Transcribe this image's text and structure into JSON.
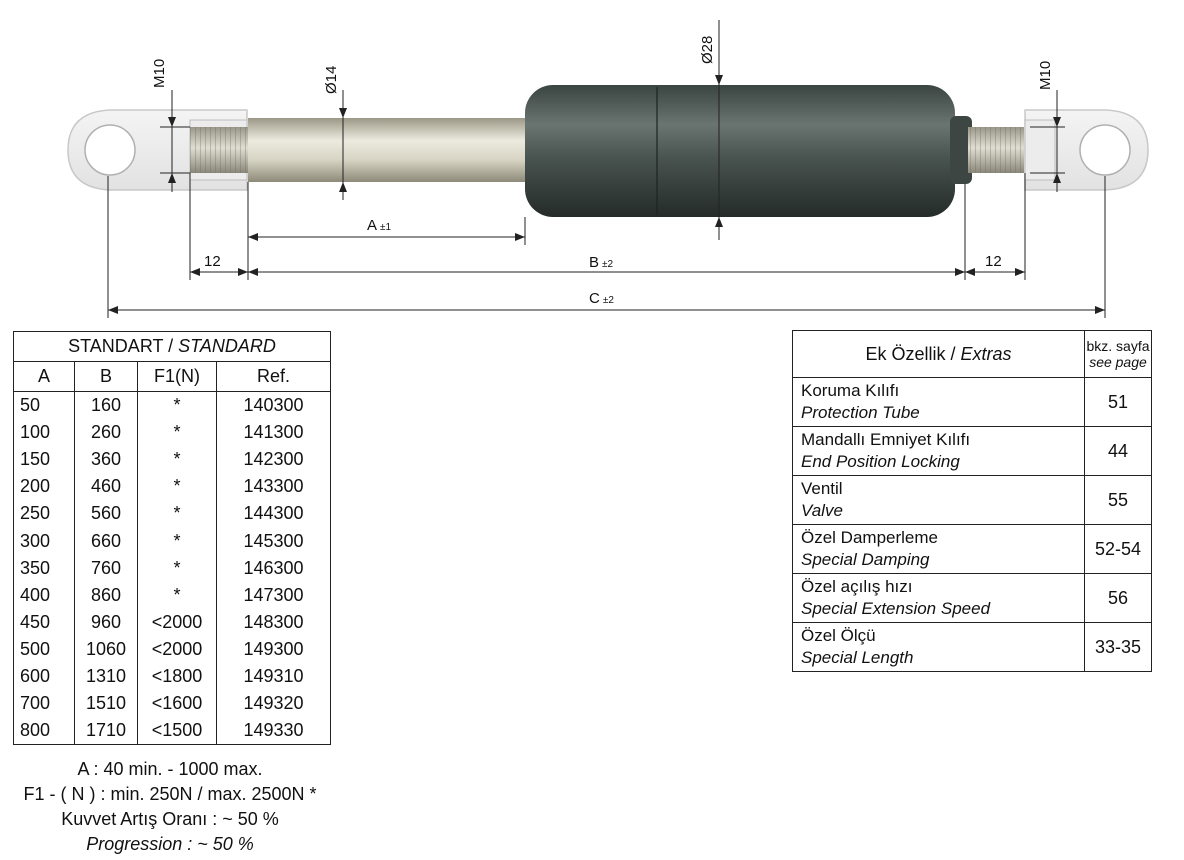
{
  "diagram": {
    "dims": {
      "m10_left": "M10",
      "d14": "Ø14",
      "d28": "Ø28",
      "m10_right": "M10",
      "a": "A",
      "a_tol": "±1",
      "b": "B",
      "b_tol": "±2",
      "c": "C",
      "c_tol": "±2",
      "twelve_left": "12",
      "twelve_right": "12"
    }
  },
  "standard_table": {
    "title_regular": "STANDART / ",
    "title_italic": "STANDARD",
    "columns": [
      "A",
      "B",
      "F1(N)",
      "Ref."
    ],
    "rows": [
      [
        "50",
        "160",
        "*",
        "140300"
      ],
      [
        "100",
        "260",
        "*",
        "141300"
      ],
      [
        "150",
        "360",
        "*",
        "142300"
      ],
      [
        "200",
        "460",
        "*",
        "143300"
      ],
      [
        "250",
        "560",
        "*",
        "144300"
      ],
      [
        "300",
        "660",
        "*",
        "145300"
      ],
      [
        "350",
        "760",
        "*",
        "146300"
      ],
      [
        "400",
        "860",
        "*",
        "147300"
      ],
      [
        "450",
        "960",
        "<2000",
        "148300"
      ],
      [
        "500",
        "1060",
        "<2000",
        "149300"
      ],
      [
        "600",
        "1310",
        "<1800",
        "149310"
      ],
      [
        "700",
        "1510",
        "<1600",
        "149320"
      ],
      [
        "800",
        "1710",
        "<1500",
        "149330"
      ]
    ]
  },
  "notes": {
    "line1": "A : 40 min. - 1000 max.",
    "line2": "F1 - ( N ) : min. 250N / max. 2500N *",
    "line3": "Kuvvet Artış Oranı : ~ 50 %",
    "line4": "Progression : ~ 50 %"
  },
  "extras_table": {
    "title_regular": "Ek Özellik / ",
    "title_italic": "Extras",
    "see_line1": "bkz. sayfa",
    "see_line2": "see page",
    "items": [
      {
        "tr": "Koruma Kılıfı",
        "en": "Protection Tube",
        "page": "51"
      },
      {
        "tr": "Mandallı Emniyet Kılıfı",
        "en": "End Position Locking",
        "page": "44"
      },
      {
        "tr": "Ventil",
        "en": "Valve",
        "page": "55"
      },
      {
        "tr": "Özel Damperleme",
        "en": "Special Damping",
        "page": "52-54"
      },
      {
        "tr": "Özel açılış hızı",
        "en": "Special Extension Speed",
        "page": "56"
      },
      {
        "tr": "Özel Ölçü",
        "en": "Special Length",
        "page": "33-35"
      }
    ]
  }
}
